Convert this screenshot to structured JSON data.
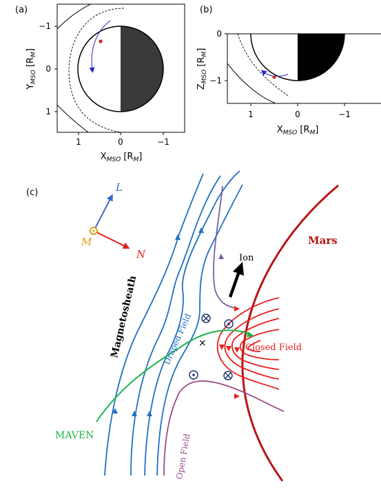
{
  "panel_a": {
    "label": "(a)",
    "xlabel_main": "X",
    "xlabel_sub": "MSO",
    "xlabel_unit_open": " [R",
    "xlabel_unit_sub": "M",
    "xlabel_unit_close": "]",
    "ylabel_main": "Y",
    "ylabel_sub": "MSO",
    "ylabel_unit_open": " [R",
    "ylabel_unit_sub": "M",
    "ylabel_unit_close": "]",
    "xticks": [
      "1",
      "0",
      "−1"
    ],
    "yticks": [
      "−1",
      "0",
      "1"
    ],
    "colors": {
      "planet_dark": "#3a3a3a",
      "track": "#2222cc",
      "marker": "#cc2222"
    }
  },
  "panel_b": {
    "label": "(b)",
    "xlabel_main": "X",
    "xlabel_sub": "MSO",
    "xlabel_unit_open": " [R",
    "xlabel_unit_sub": "M",
    "xlabel_unit_close": "]",
    "ylabel_main": "Z",
    "ylabel_sub": "MSO",
    "ylabel_unit_open": " [R",
    "ylabel_unit_sub": "M",
    "ylabel_unit_close": "]",
    "xticks": [
      "1",
      "0",
      "−1"
    ],
    "yticks": [
      "0",
      "−1"
    ],
    "colors": {
      "planet_dark": "#000000",
      "track": "#2222cc",
      "marker": "#cc2222"
    }
  },
  "panel_c": {
    "label": "(c)",
    "axes": {
      "L": "L",
      "M": "M",
      "N": "N"
    },
    "magnetosheath": "Magnetosheath",
    "draped_field": "Draped Field",
    "closed_field": "Closed Field",
    "open_field": "Open Field",
    "ion": "Ion",
    "mars": "Mars",
    "maven": "MAVEN",
    "x_mark": "×",
    "colors": {
      "draped": "#1f6fc0",
      "closed": "#e8201c",
      "mars": "#b81414",
      "maven": "#1db34a",
      "L_axis": "#3a6bc8",
      "N_axis": "#e0201c",
      "M_axis": "#e0a010",
      "symbols": "#1a2f6e"
    }
  }
}
